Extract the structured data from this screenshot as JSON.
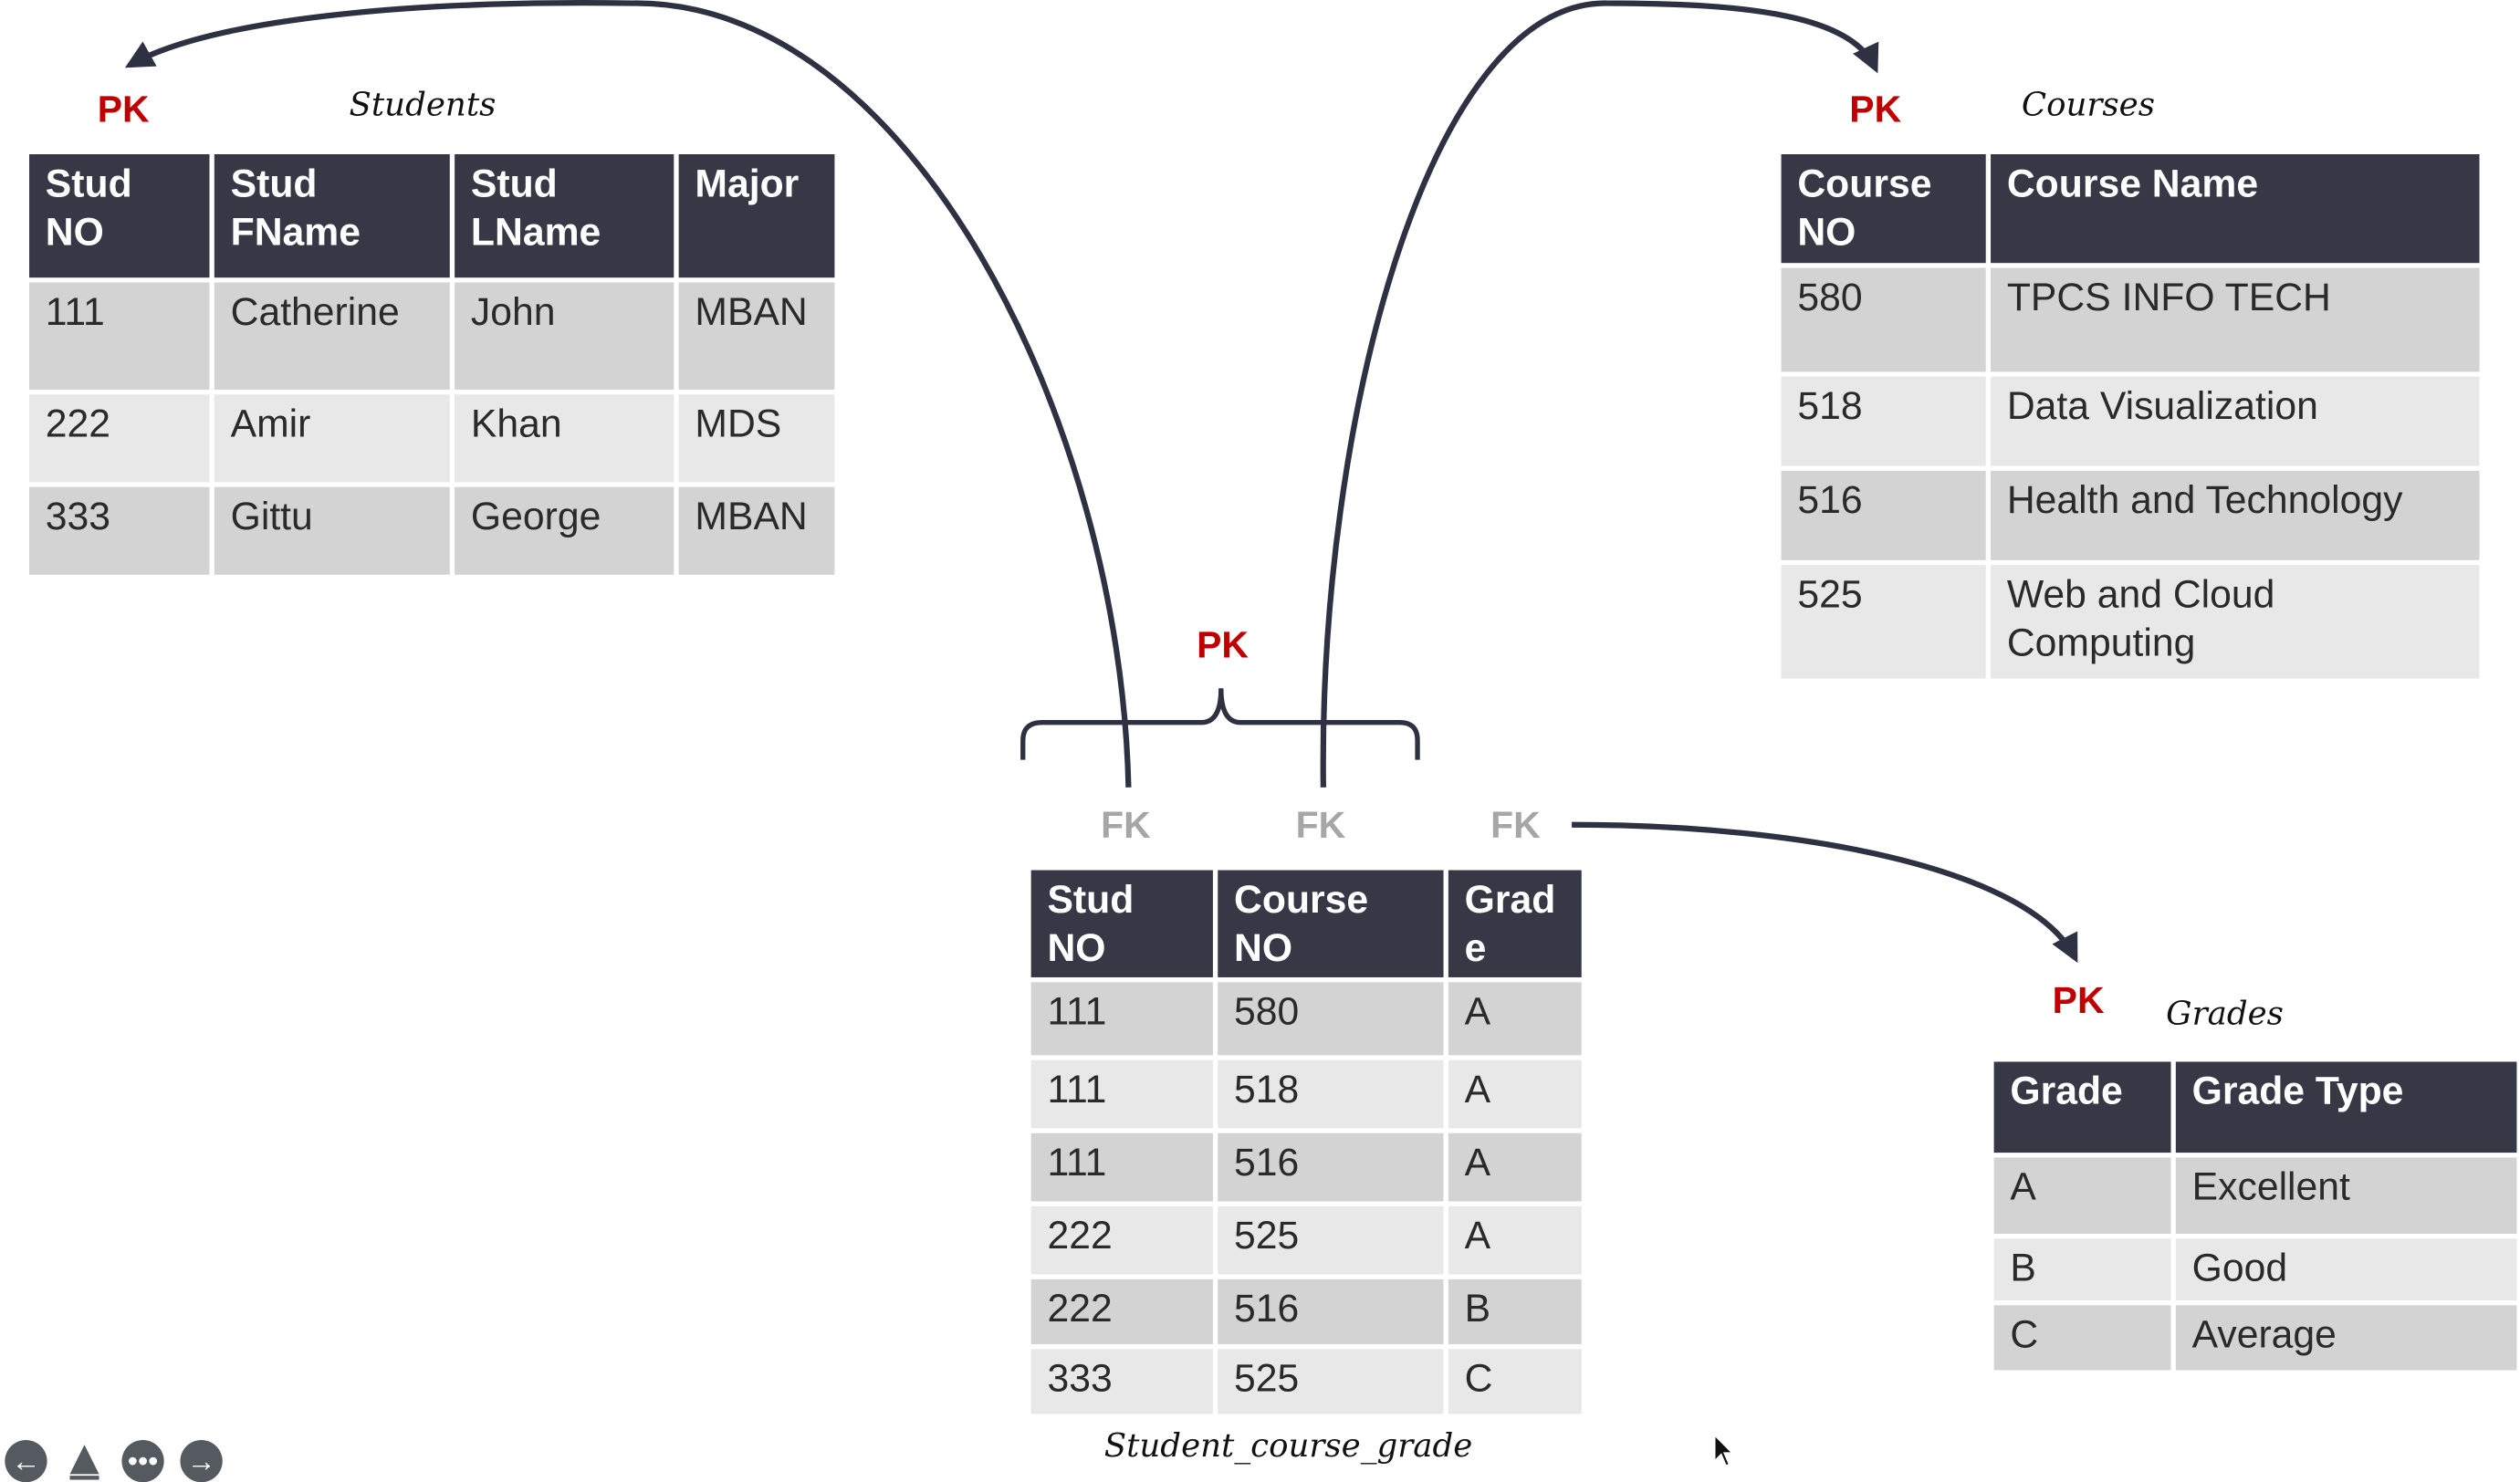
{
  "labels": {
    "pk": "PK",
    "fk": "FK"
  },
  "tables": {
    "students": {
      "caption": "Students",
      "headers": [
        [
          "Stud",
          "NO"
        ],
        [
          "Stud",
          "FName"
        ],
        [
          "Stud",
          "LName"
        ],
        [
          "Major"
        ]
      ],
      "rows": [
        [
          "111",
          "Catherine",
          "John",
          "MBAN"
        ],
        [
          "222",
          "Amir",
          "Khan",
          "MDS"
        ],
        [
          "333",
          "Gittu",
          "George",
          "MBAN"
        ]
      ]
    },
    "courses": {
      "caption": "Courses",
      "headers": [
        [
          "Course",
          "NO"
        ],
        [
          "Course Name"
        ]
      ],
      "rows": [
        [
          "580",
          "TPCS INFO TECH"
        ],
        [
          "518",
          "Data Visualization"
        ],
        [
          "516",
          "Health and Technology"
        ],
        [
          "525",
          [
            "Web and Cloud",
            "Computing"
          ]
        ]
      ]
    },
    "student_course_grade": {
      "caption": "Student_course_grade",
      "headers": [
        [
          "Stud",
          "NO"
        ],
        [
          "Course",
          "NO"
        ],
        [
          "Grad",
          "e"
        ]
      ],
      "rows": [
        [
          "111",
          "580",
          "A"
        ],
        [
          "111",
          "518",
          "A"
        ],
        [
          "111",
          "516",
          "A"
        ],
        [
          "222",
          "525",
          "A"
        ],
        [
          "222",
          "516",
          "B"
        ],
        [
          "333",
          "525",
          "C"
        ]
      ]
    },
    "grades": {
      "caption": "Grades",
      "headers": [
        [
          "Grade"
        ],
        [
          "Grade Type"
        ]
      ],
      "rows": [
        [
          "A",
          "Excellent"
        ],
        [
          "B",
          "Good"
        ],
        [
          "C",
          "Average"
        ]
      ]
    }
  },
  "nav": {
    "back_icon": "arrow-left-icon",
    "pen_icon": "pen-tool-icon",
    "more_icon": "more-dots-icon",
    "forward_icon": "arrow-right-icon"
  },
  "colors": {
    "header_bg": "#363846",
    "row_dark": "#d3d3d3",
    "row_light": "#e8e8e8",
    "pk_red": "#c00000",
    "fk_gray": "#a6a6a6",
    "connector": "#2e3142"
  }
}
